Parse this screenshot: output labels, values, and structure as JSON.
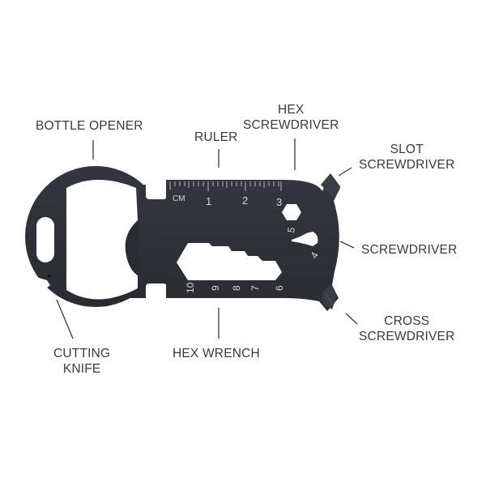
{
  "diagram": {
    "subject": "multi-tool card",
    "colors": {
      "background": "#ffffff",
      "tool_body": "#2e3038",
      "tool_edge": "#1f2128",
      "engraving": "#d8d8dc",
      "label_text": "#3a3a3a",
      "leader_line": "#3a3a3a"
    },
    "labels": {
      "bottle_opener": {
        "lines": [
          "BOTTLE OPENER"
        ]
      },
      "ruler": {
        "lines": [
          "RULER"
        ]
      },
      "hex_screwdriver": {
        "lines": [
          "HEX",
          "SCREWDRIVER"
        ]
      },
      "slot_screwdriver": {
        "lines": [
          "SLOT",
          "SCREWDRIVER"
        ]
      },
      "screwdriver": {
        "lines": [
          "SCREWDRIVER"
        ]
      },
      "cross_screwdriver": {
        "lines": [
          "CROSS",
          "SCREWDRIVER"
        ]
      },
      "hex_wrench": {
        "lines": [
          "HEX WRENCH"
        ]
      },
      "cutting_knife": {
        "lines": [
          "CUTTING",
          "KNIFE"
        ]
      }
    },
    "ruler": {
      "unit": "CM",
      "marks": [
        "1",
        "2",
        "3"
      ]
    },
    "wrench_sizes_bottom": [
      "10",
      "9",
      "8",
      "7",
      "6"
    ],
    "wrench_sizes_right": [
      "5",
      "4"
    ]
  }
}
